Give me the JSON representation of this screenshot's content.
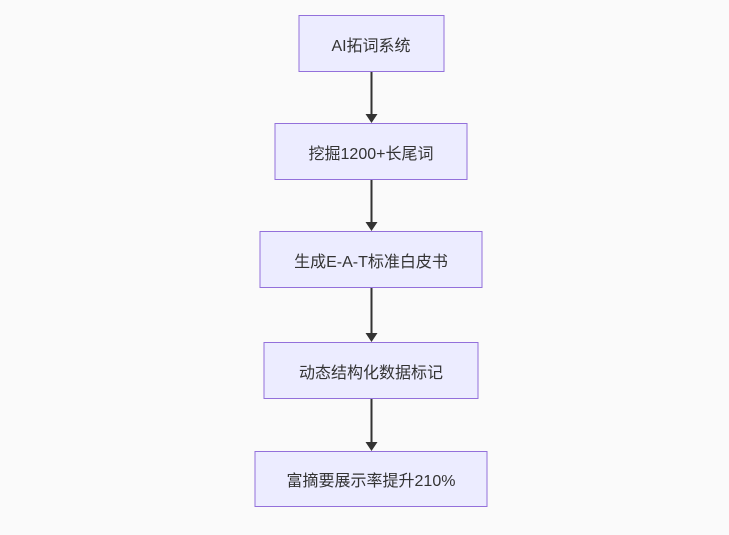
{
  "diagram": {
    "type": "flowchart-top-down",
    "nodes": [
      {
        "id": "step-1",
        "label": "AI拓词系统"
      },
      {
        "id": "step-2",
        "label": "挖掘1200+长尾词"
      },
      {
        "id": "step-3",
        "label": "生成E-A-T标准白皮书"
      },
      {
        "id": "step-4",
        "label": "动态结构化数据标记"
      },
      {
        "id": "step-5",
        "label": "富摘要展示率提升210%"
      }
    ],
    "edges": [
      {
        "from": "step-1",
        "to": "step-2"
      },
      {
        "from": "step-2",
        "to": "step-3"
      },
      {
        "from": "step-3",
        "to": "step-4"
      },
      {
        "from": "step-4",
        "to": "step-5"
      }
    ],
    "colors": {
      "background": "#fafafa",
      "node_fill": "#ececff",
      "node_border": "#9370db",
      "arrow": "#333333",
      "text": "#333333"
    }
  }
}
